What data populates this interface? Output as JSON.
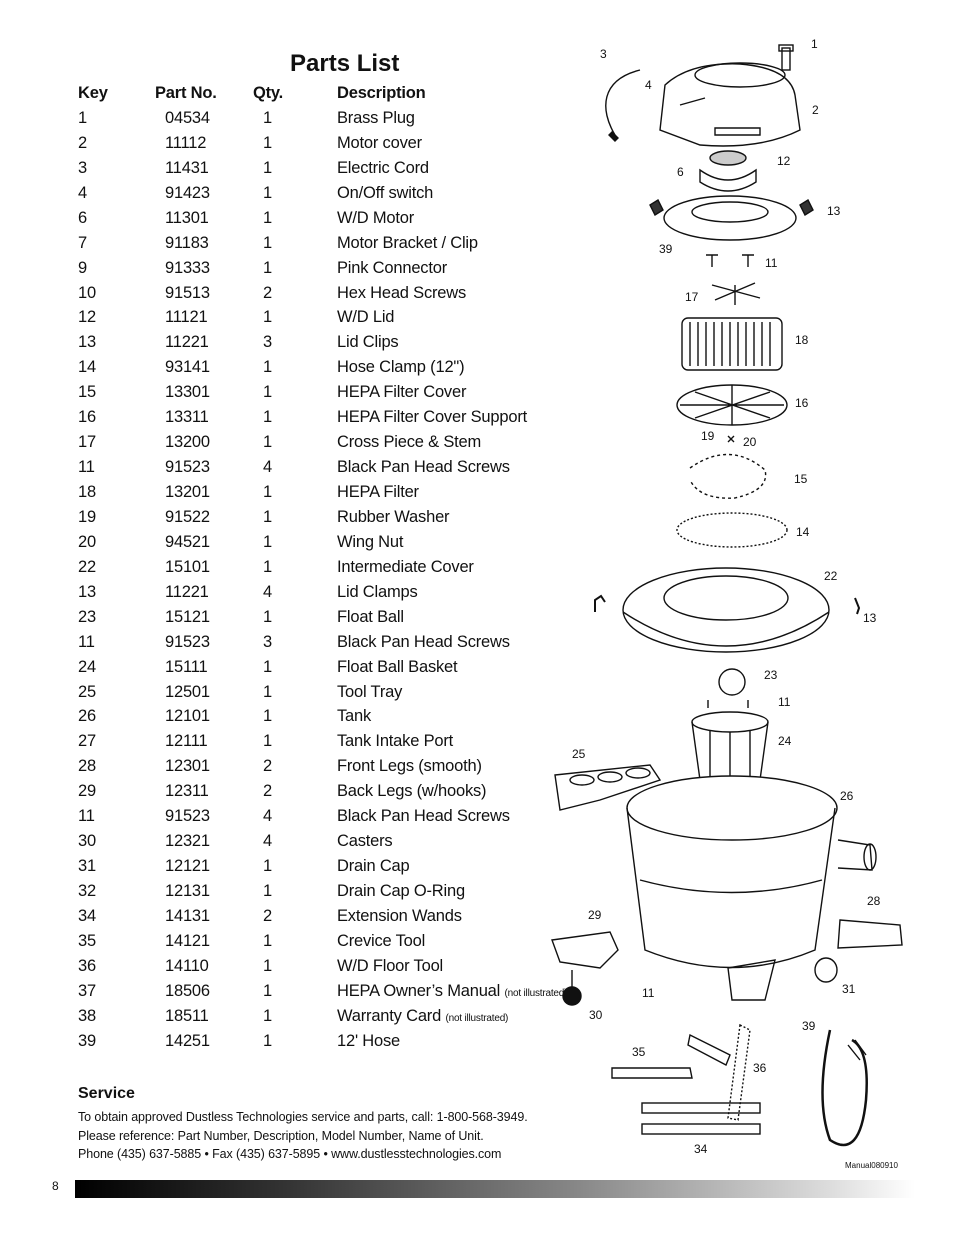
{
  "title": "Parts List",
  "columns": {
    "key": "Key",
    "part": "Part No.",
    "qty": "Qty.",
    "desc": "Description"
  },
  "parts": [
    {
      "key": "1",
      "part": "04534",
      "qty": "1",
      "desc": "Brass Plug"
    },
    {
      "key": "2",
      "part": "11112",
      "qty": "1",
      "desc": "Motor cover"
    },
    {
      "key": "3",
      "part": "11431",
      "qty": "1",
      "desc": "Electric Cord"
    },
    {
      "key": "4",
      "part": "91423",
      "qty": "1",
      "desc": "On/Off switch"
    },
    {
      "key": "6",
      "part": "11301",
      "qty": "1",
      "desc": "W/D Motor"
    },
    {
      "key": "7",
      "part": "91183",
      "qty": "1",
      "desc": "Motor Bracket / Clip"
    },
    {
      "key": "9",
      "part": "91333",
      "qty": "1",
      "desc": "Pink Connector"
    },
    {
      "key": "10",
      "part": "91513",
      "qty": "2",
      "desc": "Hex Head Screws"
    },
    {
      "key": "12",
      "part": "11121",
      "qty": "1",
      "desc": "W/D Lid"
    },
    {
      "key": "13",
      "part": "11221",
      "qty": "3",
      "desc": "Lid Clips"
    },
    {
      "key": "14",
      "part": "93141",
      "qty": "1",
      "desc": "Hose Clamp (12\")"
    },
    {
      "key": "15",
      "part": "13301",
      "qty": "1",
      "desc": "HEPA Filter Cover"
    },
    {
      "key": "16",
      "part": "13311",
      "qty": "1",
      "desc": "HEPA Filter Cover Support"
    },
    {
      "key": "17",
      "part": "13200",
      "qty": "1",
      "desc": "Cross Piece & Stem"
    },
    {
      "key": "11",
      "part": "91523",
      "qty": "4",
      "desc": "Black Pan Head Screws"
    },
    {
      "key": "18",
      "part": "13201",
      "qty": "1",
      "desc": "HEPA Filter"
    },
    {
      "key": "19",
      "part": "91522",
      "qty": "1",
      "desc": "Rubber Washer"
    },
    {
      "key": "20",
      "part": "94521",
      "qty": "1",
      "desc": "Wing Nut"
    },
    {
      "key": "22",
      "part": "15101",
      "qty": "1",
      "desc": "Intermediate Cover"
    },
    {
      "key": "13",
      "part": "11221",
      "qty": "4",
      "desc": "Lid Clamps"
    },
    {
      "key": "23",
      "part": "15121",
      "qty": "1",
      "desc": "Float Ball"
    },
    {
      "key": "11",
      "part": "91523",
      "qty": "3",
      "desc": "Black Pan Head Screws"
    },
    {
      "key": "24",
      "part": "15111",
      "qty": "1",
      "desc": "Float Ball Basket"
    },
    {
      "key": "25",
      "part": "12501",
      "qty": "1",
      "desc": "Tool Tray"
    },
    {
      "key": "26",
      "part": "12101",
      "qty": "1",
      "desc": "Tank"
    },
    {
      "key": "27",
      "part": "12111",
      "qty": "1",
      "desc": "Tank Intake Port"
    },
    {
      "key": "28",
      "part": "12301",
      "qty": "2",
      "desc": "Front Legs (smooth)"
    },
    {
      "key": "29",
      "part": "12311",
      "qty": "2",
      "desc": "Back Legs (w/hooks)"
    },
    {
      "key": "11",
      "part": "91523",
      "qty": "4",
      "desc": "Black Pan Head Screws"
    },
    {
      "key": "30",
      "part": "12321",
      "qty": "4",
      "desc": "Casters"
    },
    {
      "key": "31",
      "part": "12121",
      "qty": "1",
      "desc": "Drain Cap"
    },
    {
      "key": "32",
      "part": "12131",
      "qty": "1",
      "desc": "Drain Cap O-Ring"
    },
    {
      "key": "34",
      "part": "14131",
      "qty": "2",
      "desc": "Extension Wands"
    },
    {
      "key": "35",
      "part": "14121",
      "qty": "1",
      "desc": "Crevice Tool"
    },
    {
      "key": "36",
      "part": "14110",
      "qty": "1",
      "desc": "W/D Floor Tool"
    },
    {
      "key": "37",
      "part": "18506",
      "qty": "1",
      "desc": "HEPA Owner’s Manual",
      "note": "(not illustrated)"
    },
    {
      "key": "38",
      "part": "18511",
      "qty": "1",
      "desc": "Warranty Card",
      "note": "(not illustrated)"
    },
    {
      "key": "39",
      "part": "14251",
      "qty": "1",
      "desc": "12' Hose"
    }
  ],
  "service": {
    "heading": "Service",
    "line1": "To obtain approved Dustless Technologies service and parts, call: 1-800-568-3949.",
    "line2": "Please reference: Part Number, Description, Model Number, Name of Unit.",
    "line3": "Phone (435) 637-5885 • Fax (435) 637-5895 • www.dustlesstechnologies.com"
  },
  "page_number": "8",
  "manual_code": "Manual080910",
  "diagram_callouts": [
    "1",
    "2",
    "3",
    "4",
    "6",
    "12",
    "13",
    "39",
    "11",
    "17",
    "18",
    "16",
    "19",
    "20",
    "15",
    "14",
    "22",
    "13",
    "23",
    "11",
    "24",
    "25",
    "26",
    "28",
    "29",
    "31",
    "11",
    "30",
    "39",
    "35",
    "36",
    "34"
  ]
}
